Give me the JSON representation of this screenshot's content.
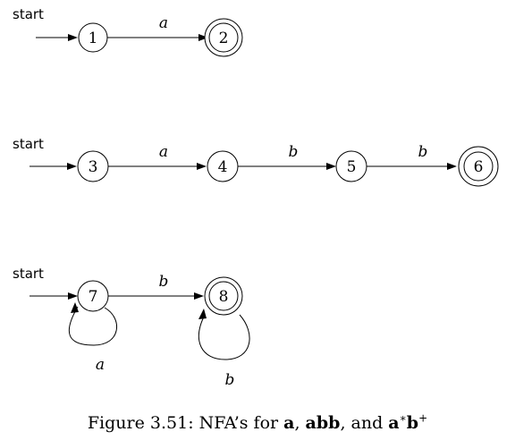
{
  "start_label": "start",
  "nfas": [
    {
      "states": [
        {
          "id": "s1",
          "label": "1",
          "accepting": false
        },
        {
          "id": "s2",
          "label": "2",
          "accepting": true
        }
      ],
      "transitions": [
        {
          "from": "s1",
          "to": "s2",
          "symbol": "a"
        }
      ]
    },
    {
      "states": [
        {
          "id": "s3",
          "label": "3",
          "accepting": false
        },
        {
          "id": "s4",
          "label": "4",
          "accepting": false
        },
        {
          "id": "s5",
          "label": "5",
          "accepting": false
        },
        {
          "id": "s6",
          "label": "6",
          "accepting": true
        }
      ],
      "transitions": [
        {
          "from": "s3",
          "to": "s4",
          "symbol": "a"
        },
        {
          "from": "s4",
          "to": "s5",
          "symbol": "b"
        },
        {
          "from": "s5",
          "to": "s6",
          "symbol": "b"
        }
      ]
    },
    {
      "states": [
        {
          "id": "s7",
          "label": "7",
          "accepting": false
        },
        {
          "id": "s8",
          "label": "8",
          "accepting": true
        }
      ],
      "transitions": [
        {
          "from": "s7",
          "to": "s8",
          "symbol": "b"
        },
        {
          "from": "s7",
          "to": "s7",
          "symbol": "a"
        },
        {
          "from": "s8",
          "to": "s8",
          "symbol": "b"
        }
      ]
    }
  ],
  "caption": {
    "prefix": "Figure 3.51: NFA’s for ",
    "r1": "a",
    "sep1": ", ",
    "r2": "abb",
    "sep2": ", and ",
    "r3a": "a",
    "star": "∗",
    "r3b": "b",
    "plus": "+"
  }
}
